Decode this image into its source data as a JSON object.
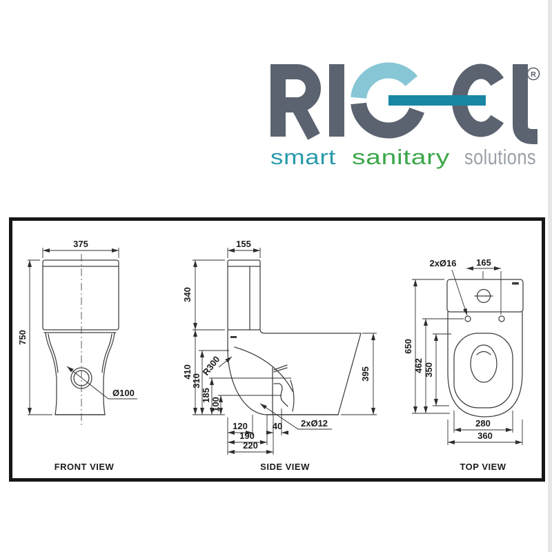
{
  "logo": {
    "brand": "RIGEL",
    "registered_symbol": "R",
    "tagline": {
      "smart": "smart",
      "sanitary": "sanitary",
      "solutions": "solutions"
    },
    "colors": {
      "letters": "#5b6370",
      "g_arc_light": "#87c7d5",
      "bar_teal": "#1986a3",
      "smart": "#2a9aac",
      "sanitary": "#3da64b",
      "solutions": "#9aa0a8"
    }
  },
  "drawing": {
    "front": {
      "label": "FRONT VIEW",
      "width": "375",
      "height": "750",
      "outlet": "Ø100"
    },
    "side": {
      "label": "SIDE VIEW",
      "tank_depth": "155",
      "tank_height": "340",
      "body_height": "410",
      "rim_height": "310",
      "trap_height": "185",
      "inlet_height": "100",
      "front_radius": "R300",
      "seat_height": "395",
      "outlet_offset_1": "120",
      "outlet_offset_2": "190",
      "outlet_offset_3": "220",
      "outlet_width": "40",
      "bolt_holes": "2xØ12"
    },
    "top": {
      "label": "TOP VIEW",
      "seat_holes": "2xØ16",
      "hole_span": "165",
      "depth": "650",
      "hole_depth": "462",
      "seat_length": "350",
      "seat_width": "280",
      "bowl_width": "360"
    }
  }
}
